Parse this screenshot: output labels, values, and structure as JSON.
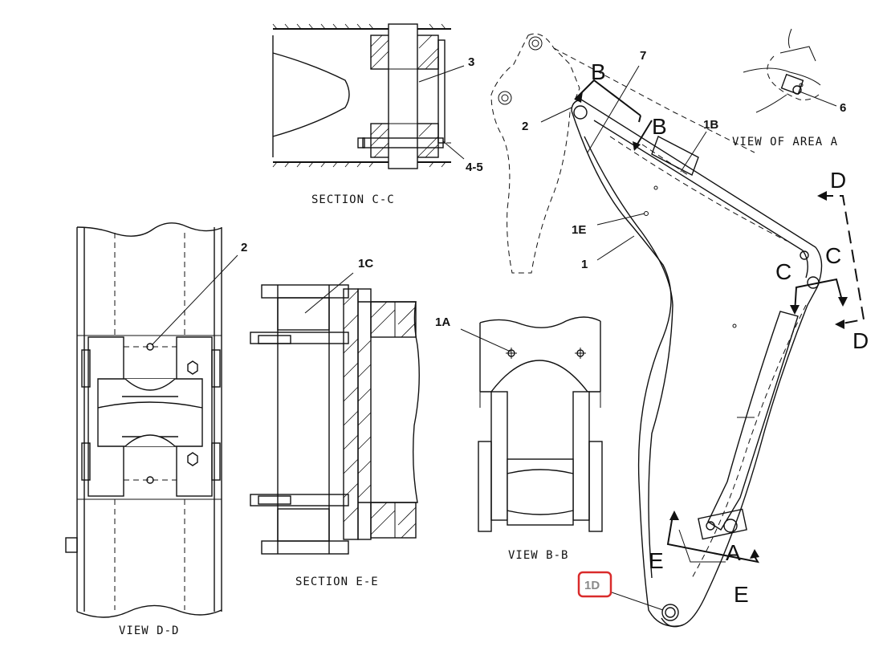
{
  "captions": {
    "section_cc": "SECTION C-C",
    "section_ee": "SECTION E-E",
    "view_dd": "VIEW D-D",
    "view_bb": "VIEW B-B",
    "view_area_a": "VIEW OF AREA A"
  },
  "callouts": {
    "c3": "3",
    "c45": "4-5",
    "c7": "7",
    "c2_main": "2",
    "c1b": "1B",
    "c6": "6",
    "c1e": "1E",
    "c1": "1",
    "c2_dd": "2",
    "c1c": "1C",
    "c1a": "1A",
    "c1d": "1D"
  },
  "section_letters": {
    "b1": "B",
    "b2": "B",
    "d1": "D",
    "d2": "D",
    "c1": "C",
    "c2": "C",
    "e1": "E",
    "e2": "E",
    "a": "A"
  },
  "highlight": {
    "color": "#d92b2b",
    "target": "1D"
  }
}
